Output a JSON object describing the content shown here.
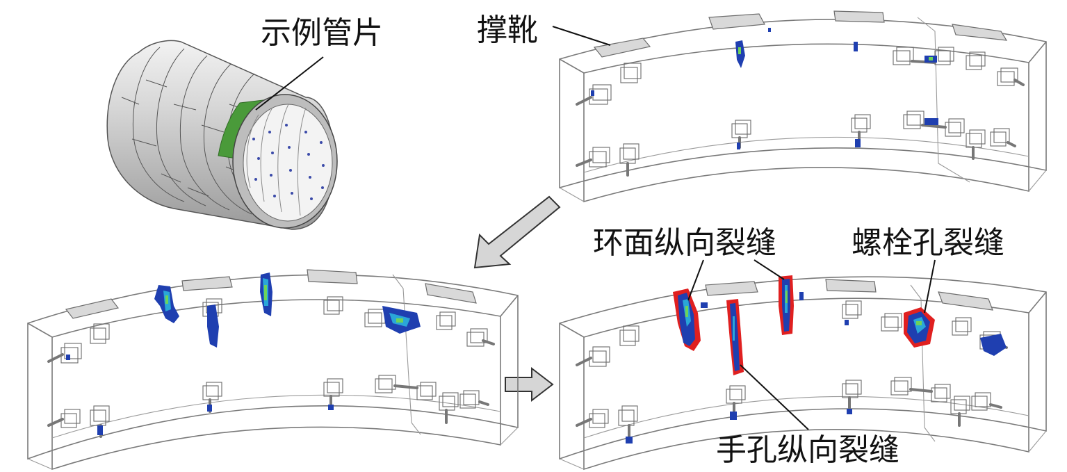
{
  "labels": {
    "sample_segment": "示例管片",
    "support_boot": "撑靴",
    "ring_face_longitudinal_crack": "环面纵向裂缝",
    "bolt_hole_crack": "螺栓孔裂缝",
    "hand_hole_longitudinal_crack": "手孔纵向裂缝"
  },
  "colors": {
    "segment_highlight": "#4a9a3a",
    "damage_dark": "#1f3fb0",
    "damage_mid": "#2aa6d8",
    "damage_light": "#6dd35a",
    "crack_outline": "#e02020"
  },
  "panels": [
    {
      "id": "top-right",
      "stage": 1
    },
    {
      "id": "bottom-left",
      "stage": 2
    },
    {
      "id": "bottom-right",
      "stage": 3
    }
  ]
}
